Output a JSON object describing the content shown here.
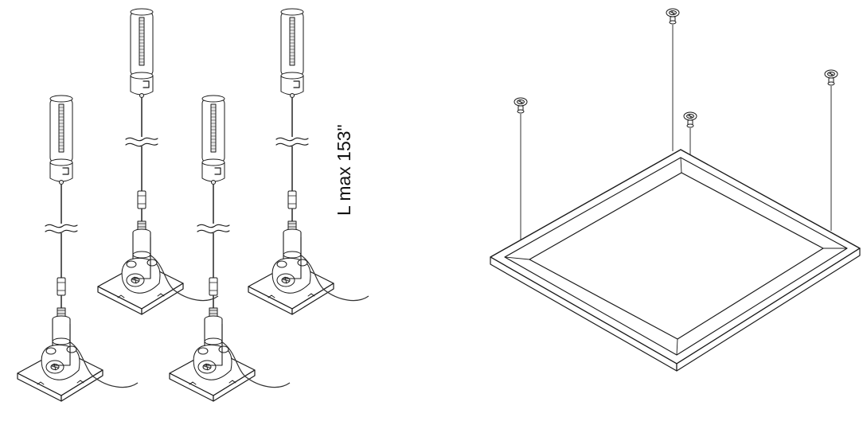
{
  "diagram": {
    "length_label": "L max 153\"",
    "left_panel": {
      "component": "cable-suspension-kit",
      "assembly_count": 4
    },
    "right_panel": {
      "component": "square-fixture",
      "anchor_count": 4
    },
    "colors": {
      "line": "#1a1a1a",
      "fill": "#ffffff",
      "shade": "#e9e9e9"
    }
  }
}
